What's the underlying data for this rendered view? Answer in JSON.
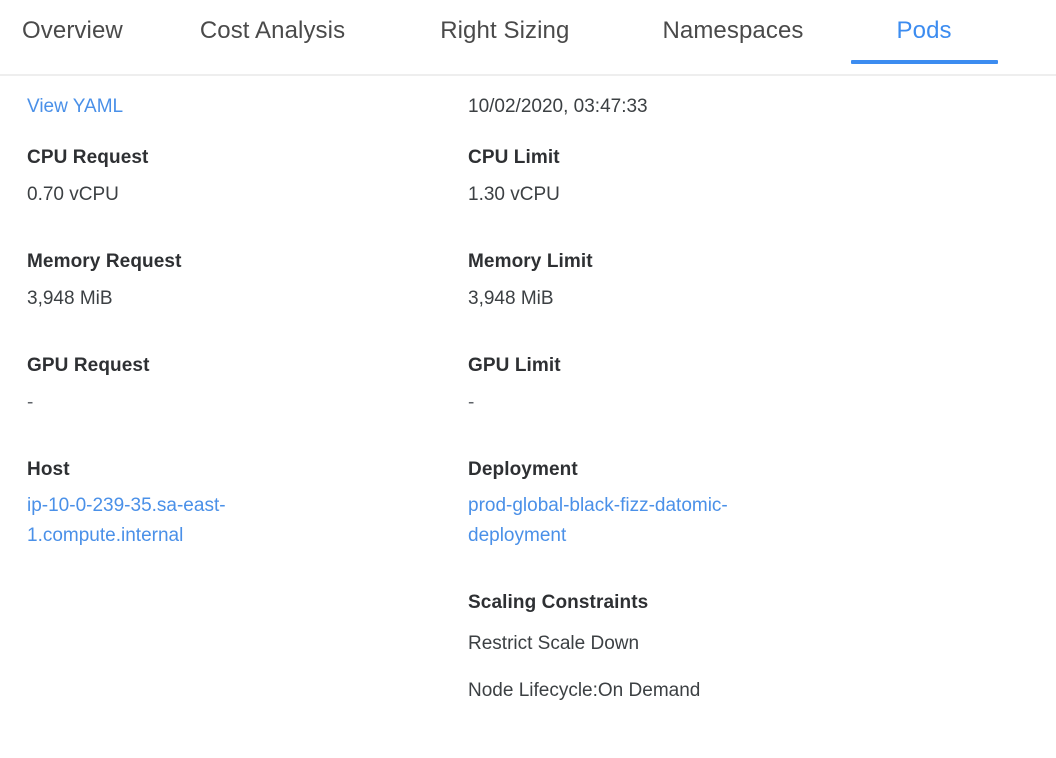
{
  "colors": {
    "accent": "#3c8cf0",
    "link": "#4a90e8",
    "text": "#3c4043",
    "label": "#2e3033",
    "tab_inactive": "#4a4a4a",
    "divider": "#eeeeee",
    "background": "#ffffff"
  },
  "tabs": [
    {
      "label": "Overview",
      "active": false
    },
    {
      "label": "Cost Analysis",
      "active": false
    },
    {
      "label": "Right Sizing",
      "active": false
    },
    {
      "label": "Namespaces",
      "active": false
    },
    {
      "label": "Pods",
      "active": true
    }
  ],
  "detail": {
    "yaml_link": "View YAML",
    "timestamp": "10/02/2020, 03:47:33",
    "left": [
      {
        "label": "CPU Request",
        "value": "0.70 vCPU"
      },
      {
        "label": "Memory Request",
        "value": "3,948 MiB"
      },
      {
        "label": "GPU Request",
        "value": "-"
      },
      {
        "label": "Host",
        "value": "ip-10-0-239-35.sa-east-1.compute.internal"
      }
    ],
    "right": [
      {
        "label": "CPU Limit",
        "value": "1.30 vCPU"
      },
      {
        "label": "Memory Limit",
        "value": "3,948 MiB"
      },
      {
        "label": "GPU Limit",
        "value": "-"
      },
      {
        "label": "Deployment",
        "value": "prod-global-black-fizz-datomic-deployment"
      }
    ],
    "scaling": {
      "title": "Scaling Constraints",
      "items": [
        "Restrict Scale Down",
        "Node Lifecycle:On Demand"
      ]
    }
  }
}
